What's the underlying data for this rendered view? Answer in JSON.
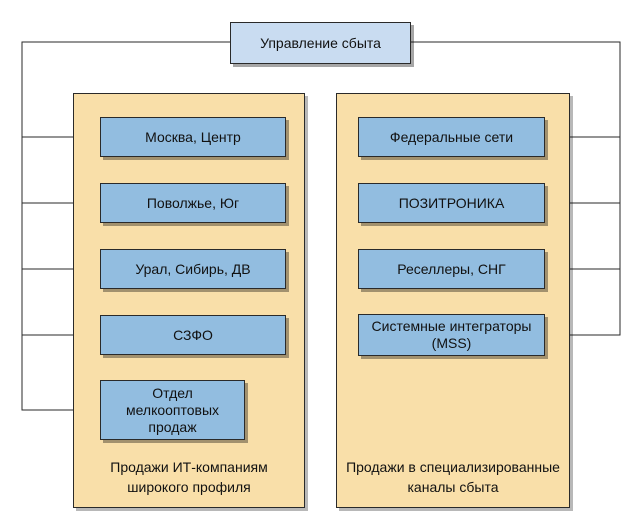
{
  "root": {
    "label": "Управление сбыта"
  },
  "left_group": {
    "caption": "Продажи ИТ-компаниям\nширокого профиля",
    "items": [
      {
        "label": "Москва, Центр"
      },
      {
        "label": "Поволжье, Юг"
      },
      {
        "label": "Урал, Сибирь, ДВ"
      },
      {
        "label": "СЗФО"
      },
      {
        "label": "Отдел\nмелкооптовых\nпродаж"
      }
    ]
  },
  "right_group": {
    "caption": "Продажи в специализированные\nканалы сбыта",
    "items": [
      {
        "label": "Федеральные сети"
      },
      {
        "label": "ПОЗИТРОНИКА"
      },
      {
        "label": "Реселлеры, СНГ"
      },
      {
        "label": "Системные интеграторы\n(MSS)"
      }
    ]
  },
  "colors": {
    "box_fill": "#92bde0",
    "root_fill": "#c9dcf1",
    "group_fill": "#f9dfa9",
    "line": "#2a2a2a"
  }
}
